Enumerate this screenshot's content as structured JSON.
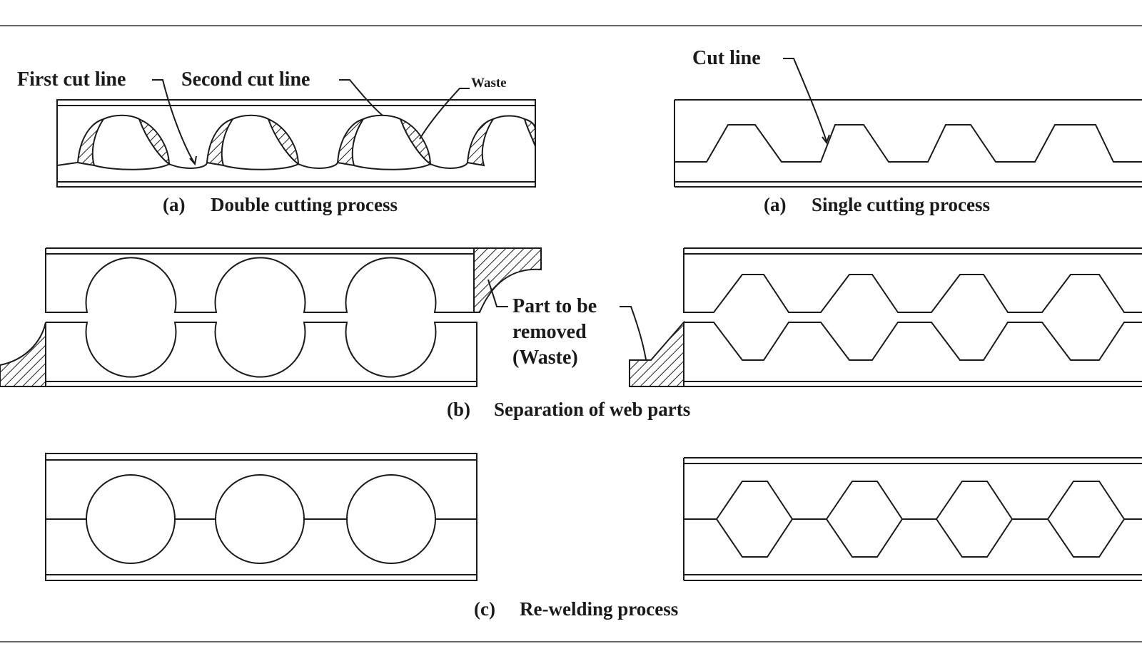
{
  "colors": {
    "line": "#1a1a1a",
    "background": "#ffffff"
  },
  "labels": {
    "first_cut_line": "First cut line",
    "second_cut_line": "Second cut line",
    "waste": "Waste",
    "cut_line": "Cut line",
    "part_to_be": "Part to be",
    "removed": "removed",
    "waste_paren": "(Waste)"
  },
  "captions": {
    "double_letter": "(a)",
    "double_text": "Double cutting process",
    "single_letter": "(a)",
    "single_text": "Single cutting process",
    "separation_letter": "(b)",
    "separation_text": "Separation of web parts",
    "rewelding_letter": "(c)",
    "rewelding_text": "Re-welding process"
  }
}
